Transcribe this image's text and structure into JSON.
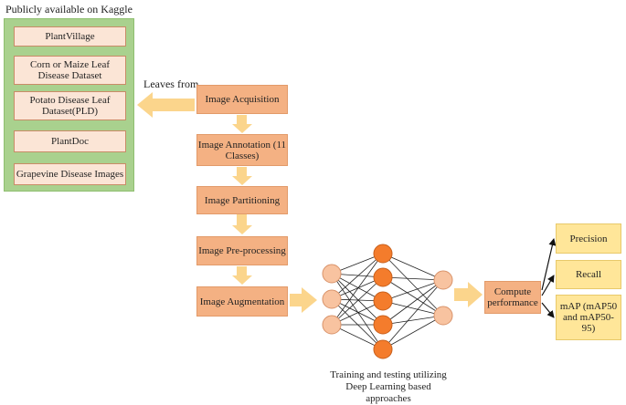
{
  "sources": {
    "title": "Publicly available  on Kaggle",
    "items": [
      "PlantVillage",
      "Corn or Maize  Leaf Disease Dataset",
      "Potato Disease Leaf Dataset(PLD)",
      "PlantDoc",
      "Grapevine Disease Images"
    ]
  },
  "leaves_label": "Leaves from",
  "steps": [
    "Image Acquisition",
    "Image Annotation (11 Classes)",
    "Image Partitioning",
    "Image Pre-processing",
    "Image Augmentation"
  ],
  "network_caption": "Training and testing utilizing Deep Learning based approaches",
  "compute_label": "Compute performance",
  "metrics": [
    "Precision",
    "Recall",
    "mAP (mAP50 and mAP50-95)"
  ],
  "colors": {
    "source_panel": "#a9d18e",
    "source_box": "#fbe5d6",
    "step_box": "#f4b183",
    "metric_box": "#ffe699",
    "arrow": "#fbd58c",
    "node_input": "#f8c3a0",
    "node_hidden": "#f47c2c"
  }
}
